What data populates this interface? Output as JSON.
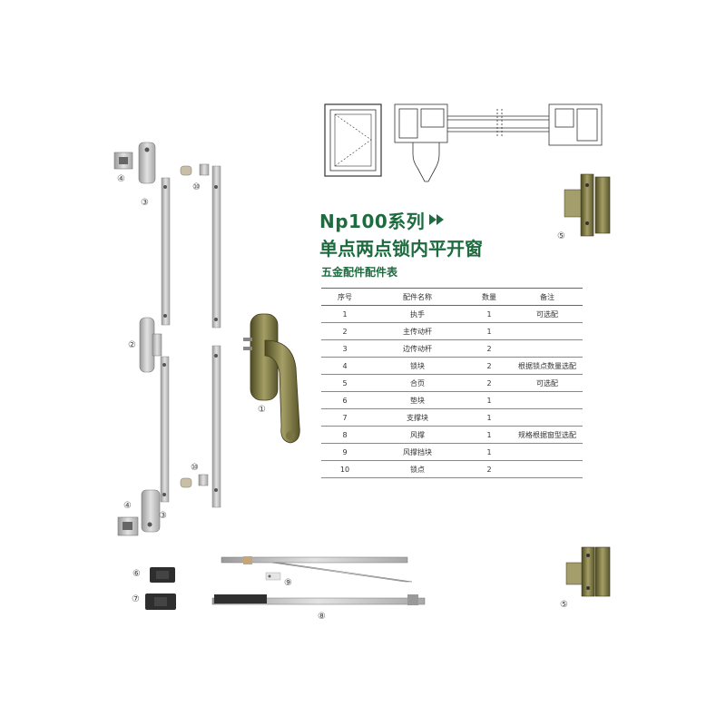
{
  "title": {
    "line1": "Np100系列",
    "line2": "单点两点锁内平开窗",
    "arrow": "double-right-arrow-icon"
  },
  "subtitle": "五金配件配件表",
  "table": {
    "headers": [
      "序号",
      "配件名称",
      "数量",
      "备注"
    ],
    "rows": [
      [
        "1",
        "执手",
        "1",
        "可选配"
      ],
      [
        "2",
        "主传动杆",
        "1",
        ""
      ],
      [
        "3",
        "边传动杆",
        "2",
        ""
      ],
      [
        "4",
        "锁块",
        "2",
        "根据锁点数量选配"
      ],
      [
        "5",
        "合页",
        "2",
        "可选配"
      ],
      [
        "6",
        "垫块",
        "1",
        ""
      ],
      [
        "7",
        "支撑块",
        "1",
        ""
      ],
      [
        "8",
        "风撑",
        "1",
        "规格根据窗型选配"
      ],
      [
        "9",
        "风撑挡块",
        "1",
        ""
      ],
      [
        "10",
        "锁点",
        "2",
        ""
      ]
    ]
  },
  "labels": {
    "n1": "①",
    "n2": "②",
    "n3": "③",
    "n4": "④",
    "n5": "⑤",
    "n6": "⑥",
    "n7": "⑦",
    "n8": "⑧",
    "n9": "⑨",
    "n10": "⑩"
  },
  "colors": {
    "brand_green": "#1d6b3f",
    "hardware_silver": "#bdbdbd",
    "handle_bronze": "#6f6a3a"
  }
}
